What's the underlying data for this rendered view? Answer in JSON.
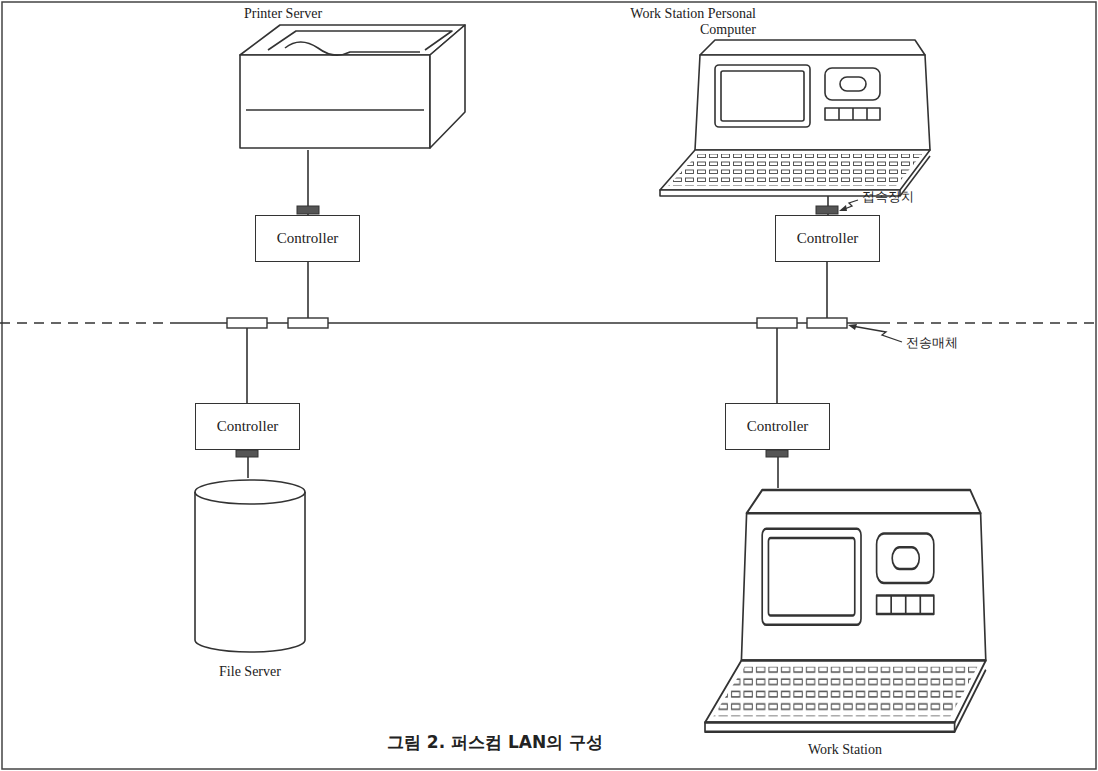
{
  "diagram": {
    "caption": "그림 2. 퍼스컴 LAN의 구성",
    "nodes": [
      {
        "text": [
          "Printer Server"
        ]
      },
      {
        "text": [
          "Work Station Personal Computer"
        ]
      },
      {
        "text": [
          "Controller"
        ]
      },
      {
        "text": [
          "Controller"
        ]
      },
      {
        "text": [
          "Controller"
        ]
      },
      {
        "text": [
          "Controller"
        ]
      },
      {
        "text": [
          "File Server"
        ]
      },
      {
        "text": [
          "Work Station"
        ]
      }
    ],
    "edges": [
      {
        "from": 0,
        "to": 2,
        "arrow": "none"
      },
      {
        "from": 1,
        "to": 3,
        "arrow": "none"
      },
      {
        "from": 4,
        "to": 6,
        "arrow": "none"
      },
      {
        "from": 5,
        "to": 7,
        "arrow": "none"
      }
    ],
    "labels": [
      "접속장치",
      "전송매체"
    ]
  }
}
